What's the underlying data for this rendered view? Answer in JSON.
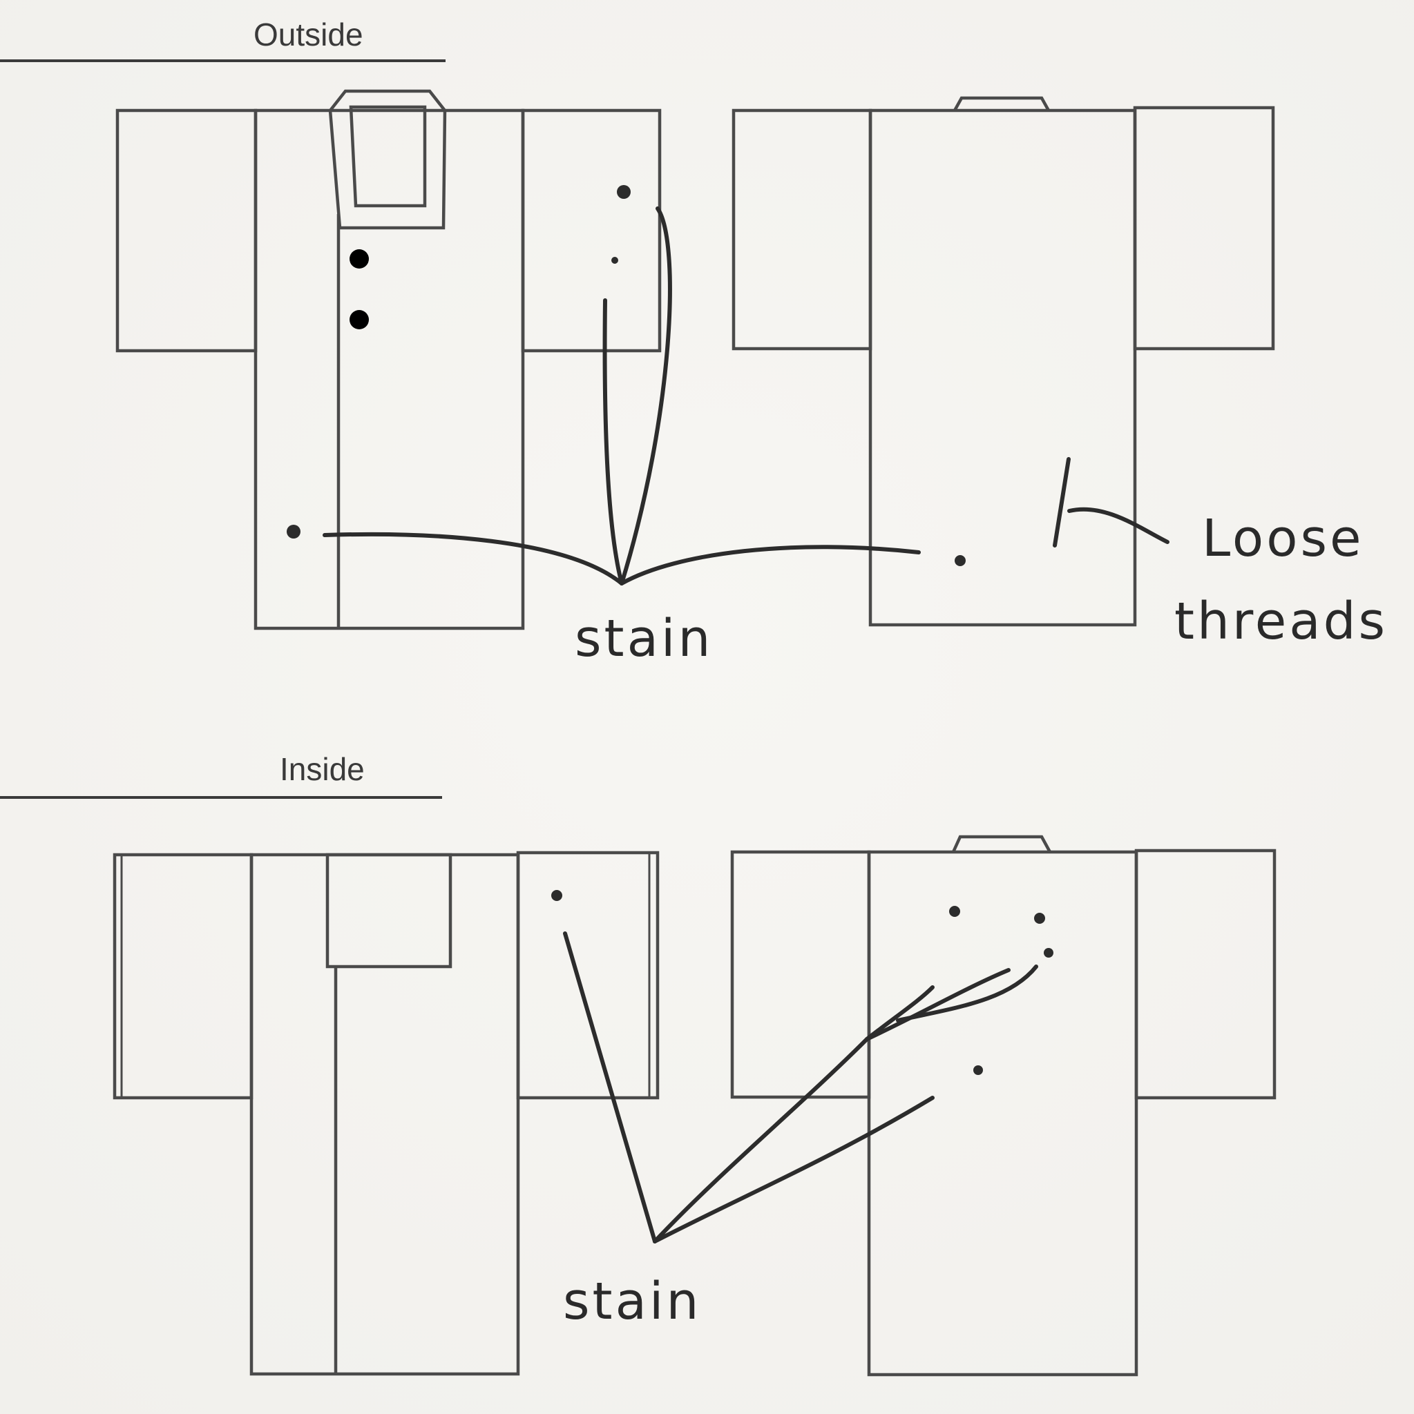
{
  "sections": {
    "outside_label": "Outside",
    "inside_label": "Inside"
  },
  "annotations": {
    "outside_stain": "stain",
    "outside_threads_line1": "Loose",
    "outside_threads_line2": "threads",
    "inside_stain": "stain"
  },
  "colors": {
    "paper": "#f4f3f0",
    "ink": "#2c2c2c",
    "outline": "#4a4a4a"
  }
}
